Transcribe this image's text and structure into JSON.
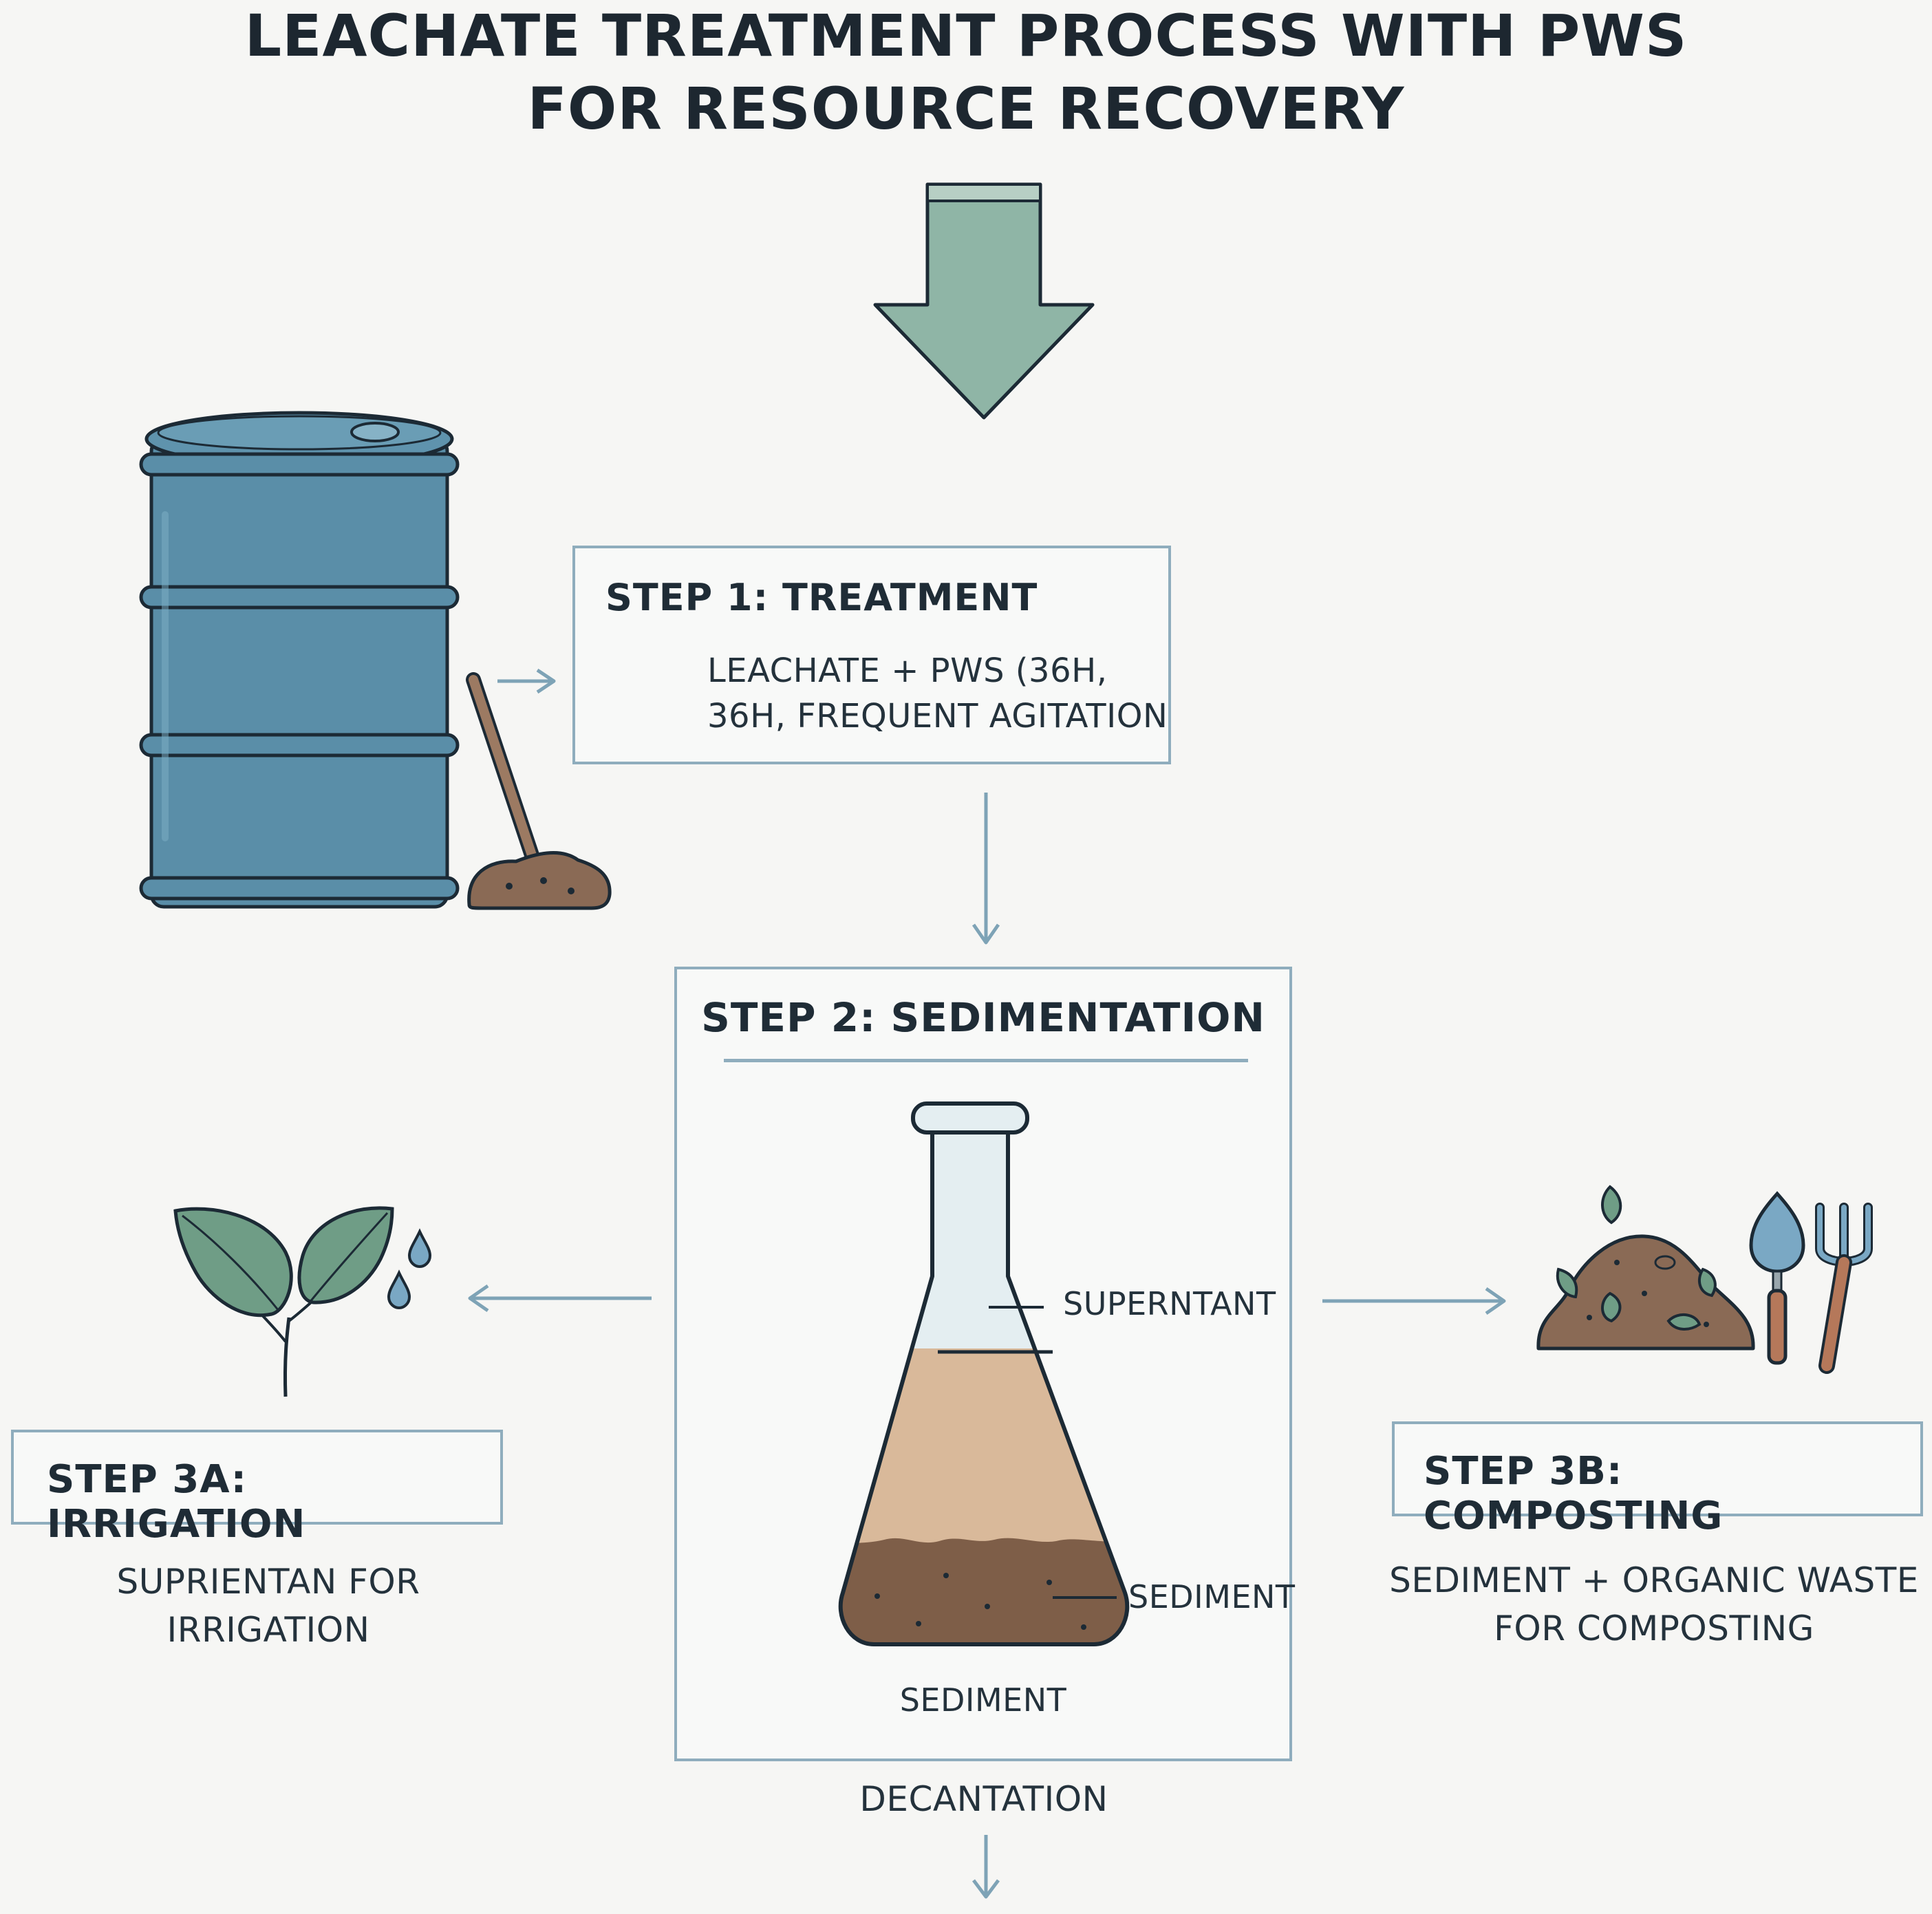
{
  "title": {
    "line1": "LEACHATE TREATMENT PROCESS WITH PWS",
    "line2": "FOR RESOURCE RECOVERY"
  },
  "step1": {
    "heading": "STEP 1: TREATMENT",
    "line1": "LEACHATE + PWS (36H,",
    "line2": "36H, FREQUENT AGITATION"
  },
  "step2": {
    "heading": "STEP 2: SEDIMENTATION",
    "label_supernatant": "SUPERNTANT",
    "label_sediment_side": "SEDIMENT",
    "label_sediment_bottom": "SEDIMENT",
    "decantation": "DECANTATION"
  },
  "step3a": {
    "heading": "STEP 3A: IRRIGATION",
    "line1": "SUPRIENTAN FOR",
    "line2": "IRRIGATION"
  },
  "step3b": {
    "heading": "STEP 3B: COMPOSTING",
    "line1": "SEDIMENT + ORGANIC WASTE",
    "line2": "FOR COMPOSTING"
  },
  "colors": {
    "arrow_fill": "#8fb5a6",
    "barrel": "#5a8ea8",
    "box_border": "#8fadbd",
    "soil": "#8a6a55",
    "liquid": "#d9b99a",
    "leaf": "#6f9d86",
    "water_drop": "#7aa8c4"
  },
  "icons": [
    "down-arrow-icon",
    "barrel-icon",
    "shovel-icon",
    "flask-icon",
    "plant-icon",
    "water-drop-icon",
    "compost-pile-icon",
    "trowel-icon",
    "rake-icon"
  ]
}
